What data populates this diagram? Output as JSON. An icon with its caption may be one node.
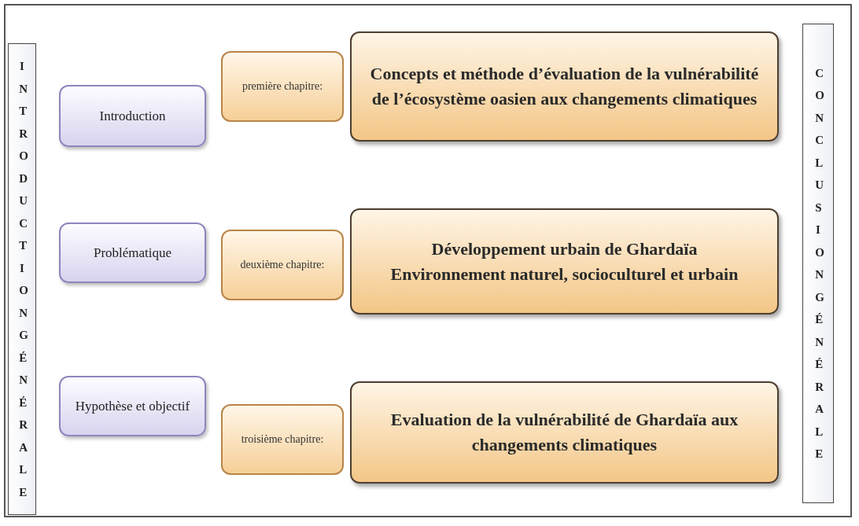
{
  "diagram": {
    "nodes": [
      {
        "text": [
          "INTRODUCTION GÉNÉRALE"
        ]
      },
      {
        "text": [
          "Introduction"
        ]
      },
      {
        "text": [
          "première chapitre:"
        ]
      },
      {
        "text": [
          "Concepts et méthode d’évaluation de la vulnérabilité de l’écosystème oasien aux changements climatiques"
        ]
      },
      {
        "text": [
          "Problématique"
        ]
      },
      {
        "text": [
          "deuxième chapitre:"
        ]
      },
      {
        "text": [
          "Développement urbain de Ghardaïa",
          "Environnement naturel, socioculturel et urbain"
        ]
      },
      {
        "text": [
          "Hypothèse et objectif"
        ]
      },
      {
        "text": [
          "troisième chapitre:"
        ]
      },
      {
        "text": [
          "Evaluation de la vulnérabilité de Ghardaïa aux changements climatiques"
        ]
      },
      {
        "text": [
          "CONCLUSION GÉNÉRALE"
        ]
      }
    ]
  }
}
